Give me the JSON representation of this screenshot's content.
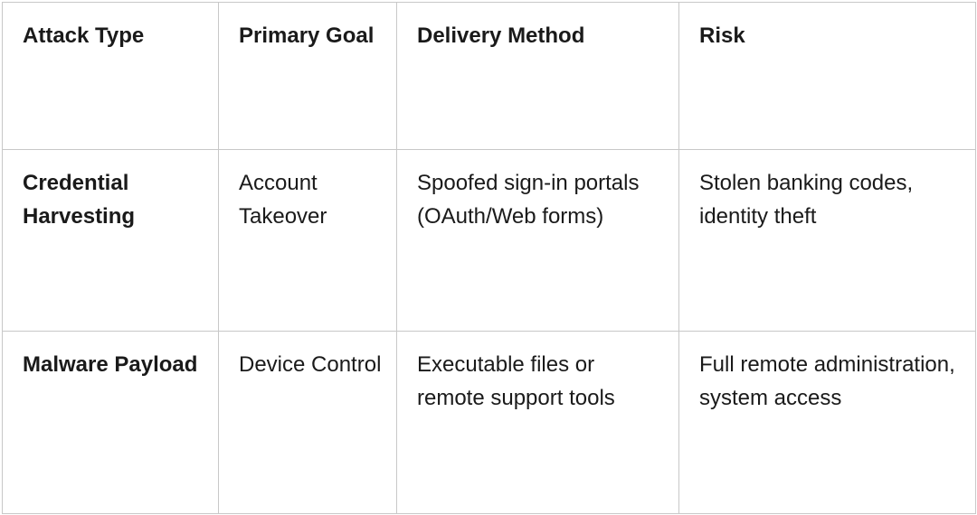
{
  "table": {
    "headers": [
      "Attack Type",
      "Primary Goal",
      "Delivery Method",
      "Risk"
    ],
    "rows": [
      {
        "attack_type": "Credential Harvesting",
        "primary_goal": "Account Takeover",
        "delivery_method": "Spoofed sign-in portals (OAuth/Web forms)",
        "risk": "Stolen banking codes, identity theft"
      },
      {
        "attack_type": "Malware Payload",
        "primary_goal": "Device Control",
        "delivery_method": "Executable files or remote support tools",
        "risk": "Full remote administration, system access"
      }
    ]
  }
}
